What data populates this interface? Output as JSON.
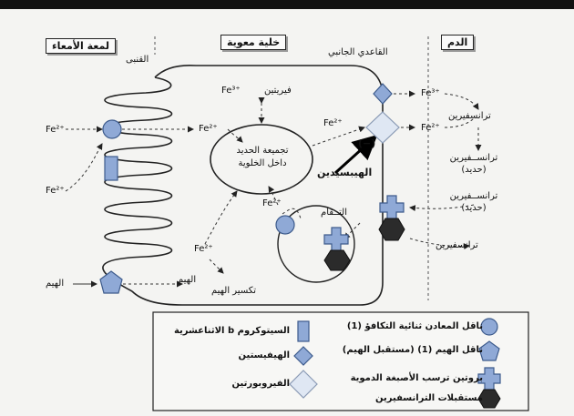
{
  "regions": {
    "lumen": "لمعة الأمعاء",
    "cell": "خلية معوية",
    "blood": "الدم"
  },
  "labels": {
    "brush_border": "القنبى",
    "basolateral": "القاعدي الجانبي",
    "ferritin": "فيريتين",
    "fe3_ferritin": "Fe³⁺",
    "iron_pool_line1": "تجميعة الحديد",
    "iron_pool_line2": "داخل الخلوية",
    "fe2_lumen_top": "Fe²⁺",
    "fe2_lumen_bottom": "Fe²⁺",
    "fe2_cell_left": "Fe²⁺",
    "fe2_cell_right": "Fe²⁺",
    "fe3_blood": "Fe³⁺",
    "fe2_blood": "Fe²⁺",
    "fe2_endosome": "Fe²⁺",
    "fe2_heme": "Fe²⁺",
    "minus_sign": "(−)",
    "hepcidin": "الهيبسيدين",
    "endocytosis": "التــقام",
    "heme_lumen": "الهيم",
    "heme_cell": "الهيم",
    "heme_breakdown": "تكسير الهيم",
    "transferrin_1": "ترانسفيرين",
    "transferrin_iron_1": "ترانســفيرين",
    "transferrin_iron_1b": "(حديد)",
    "transferrin_iron_2": "ترانســفيرين",
    "transferrin_iron_2b": "(حديد)",
    "transferrin_2": "ترانسفيرين"
  },
  "legend": {
    "items": [
      {
        "icon": "circle",
        "text": "ناقل المعادن ثنائية التكافؤ (1)"
      },
      {
        "icon": "pentagon",
        "text": "ناقل الهيم (1) (مستقبل الهيم)"
      },
      {
        "icon": "cross",
        "text": "بروتين ترسب الأصبغة الدموية"
      },
      {
        "icon": "hexagon",
        "text": "مستقبلات الترانسفيرين"
      },
      {
        "icon": "rectangle",
        "text": "السيتوكروم b الاثناعشرية"
      },
      {
        "icon": "diamond",
        "text": "الهيفيستين"
      },
      {
        "icon": "pale-diamond",
        "text": "الفيروبورتين"
      }
    ]
  },
  "colors": {
    "protein_fill": "#8fa9d6",
    "protein_stroke": "#3d5b8c",
    "pale_fill": "#dfe7f3",
    "receptor_fill": "#2b2b2b",
    "line": "#222222"
  }
}
